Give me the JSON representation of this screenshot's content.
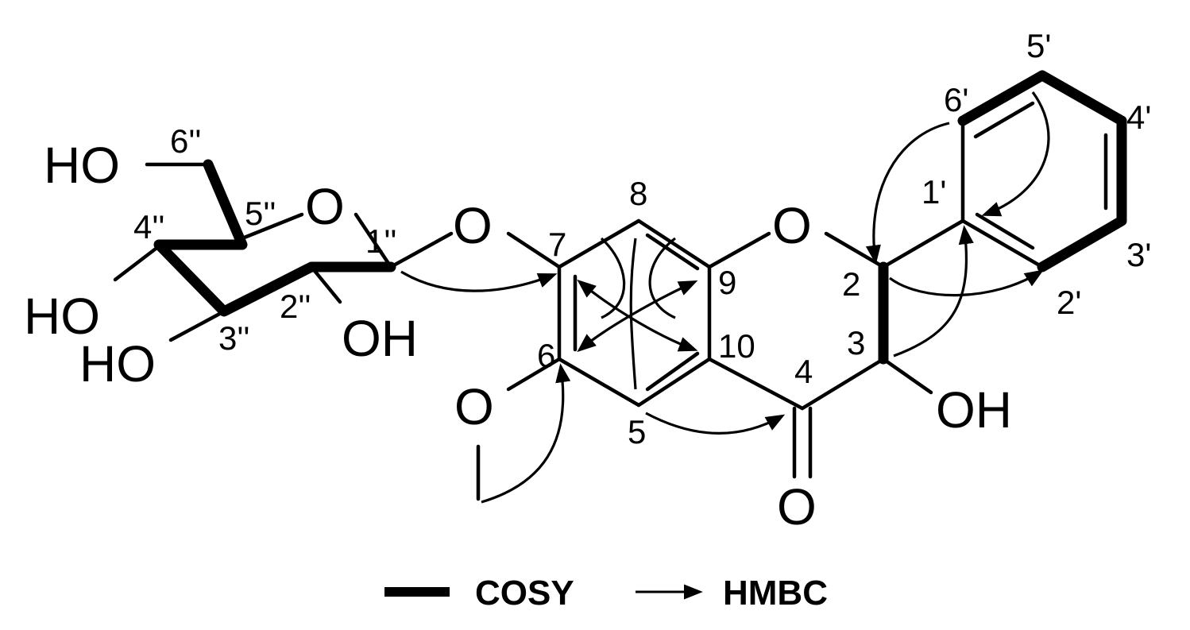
{
  "atoms": {
    "O_HO6pp": "HO",
    "O_HO4pp": "HO",
    "O_HO3pp": "HO",
    "O_OH2pp": "OH",
    "O_ring_sugar": "O",
    "O_glyc": "O",
    "O_ring": "O",
    "O_methoxy": "O",
    "O_ketone": "O",
    "O_OH3": "OH"
  },
  "labels": {
    "c6pp": "6''",
    "c5pp": "5''",
    "c4pp": "4''",
    "c3pp": "3''",
    "c2pp": "2''",
    "c1pp": "1''",
    "c8": "8",
    "c7": "7",
    "c6": "6",
    "c9": "9",
    "c10": "10",
    "c5": "5",
    "c4": "4",
    "c3": "3",
    "c2": "2",
    "c1p": "1'",
    "c2p": "2'",
    "c3p": "3'",
    "c4p": "4'",
    "c5p": "5'",
    "c6p": "6'"
  },
  "legend": {
    "cosy_label": "COSY",
    "hmbc_label": "HMBC"
  }
}
